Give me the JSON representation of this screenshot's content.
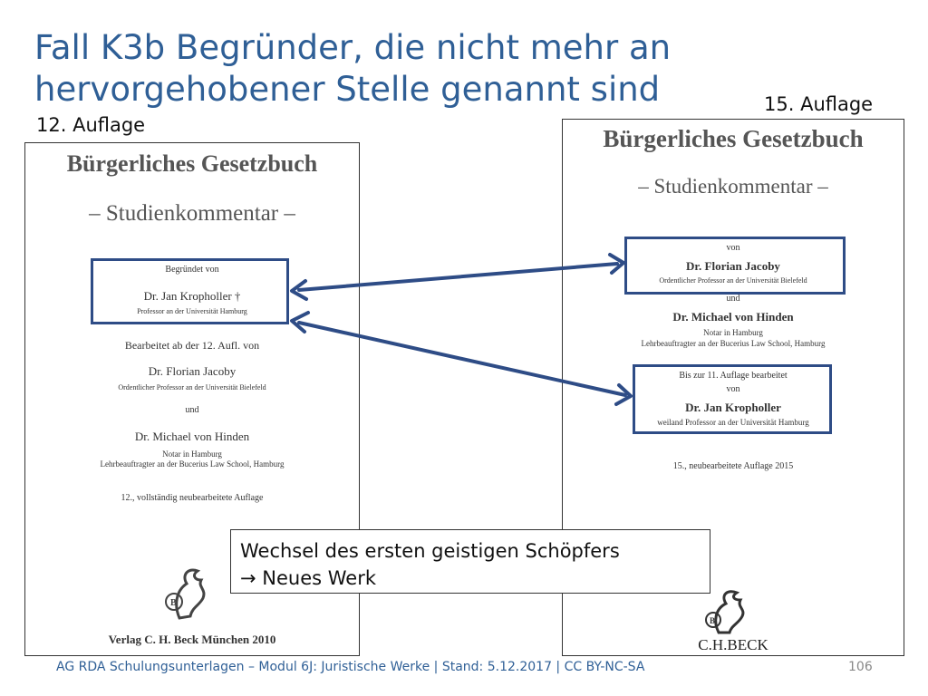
{
  "slide": {
    "title": "Fall K3b Begründer, die nicht mehr an hervorgehobener Stelle genannt sind",
    "footer": "AG RDA Schulungsunterlagen – Modul 6J: Juristische Werke | Stand: 5.12.2017 | CC BY-NC-SA",
    "page_number": "106"
  },
  "left": {
    "edition_label": "12. Auflage",
    "book_title": "Bürgerliches Gesetzbuch",
    "subtitle": "– Studienkommentar –",
    "founded_by": "Begründet von",
    "founder_name": "Dr. Jan Kropholler †",
    "founder_affil": "Professor an der Universität Hamburg",
    "edited_from": "Bearbeitet ab der 12. Aufl. von",
    "author1_name": "Dr. Florian Jacoby",
    "author1_affil": "Ordentlicher Professor an der Universität Bielefeld",
    "and": "und",
    "author2_name": "Dr. Michael von Hinden",
    "author2_affil1": "Notar in Hamburg",
    "author2_affil2": "Lehrbeauftragter an der Bucerius Law School, Hamburg",
    "edition_note": "12., vollständig neubearbeitete Auflage",
    "publisher": "Verlag C. H. Beck München 2010"
  },
  "right": {
    "edition_label": "15. Auflage",
    "book_title": "Bürgerliches Gesetzbuch",
    "subtitle": "– Studienkommentar –",
    "by": "von",
    "author1_name": "Dr. Florian Jacoby",
    "author1_affil": "Ordentlicher Professor an der Universität Bielefeld",
    "and": "und",
    "author2_name": "Dr. Michael von Hinden",
    "author2_affil1": "Notar in Hamburg",
    "author2_affil2": "Lehrbeauftragter an der Bucerius Law School, Hamburg",
    "prev_note": "Bis zur 11. Auflage bearbeitet",
    "prev_by": "von",
    "prev_name": "Dr. Jan Kropholler",
    "prev_affil": "weiland Professor an der Universität Hamburg",
    "edition_note": "15., neubearbeitete Auflage 2015",
    "publisher_logo_text": "C.H.BECK"
  },
  "callout": {
    "line1": "Wechsel des ersten geistigen Schöpfers",
    "line2": "Neues Werk",
    "arrow_glyph": "→"
  },
  "colors": {
    "title": "#2f5f96",
    "highlight": "#2e4c86"
  }
}
